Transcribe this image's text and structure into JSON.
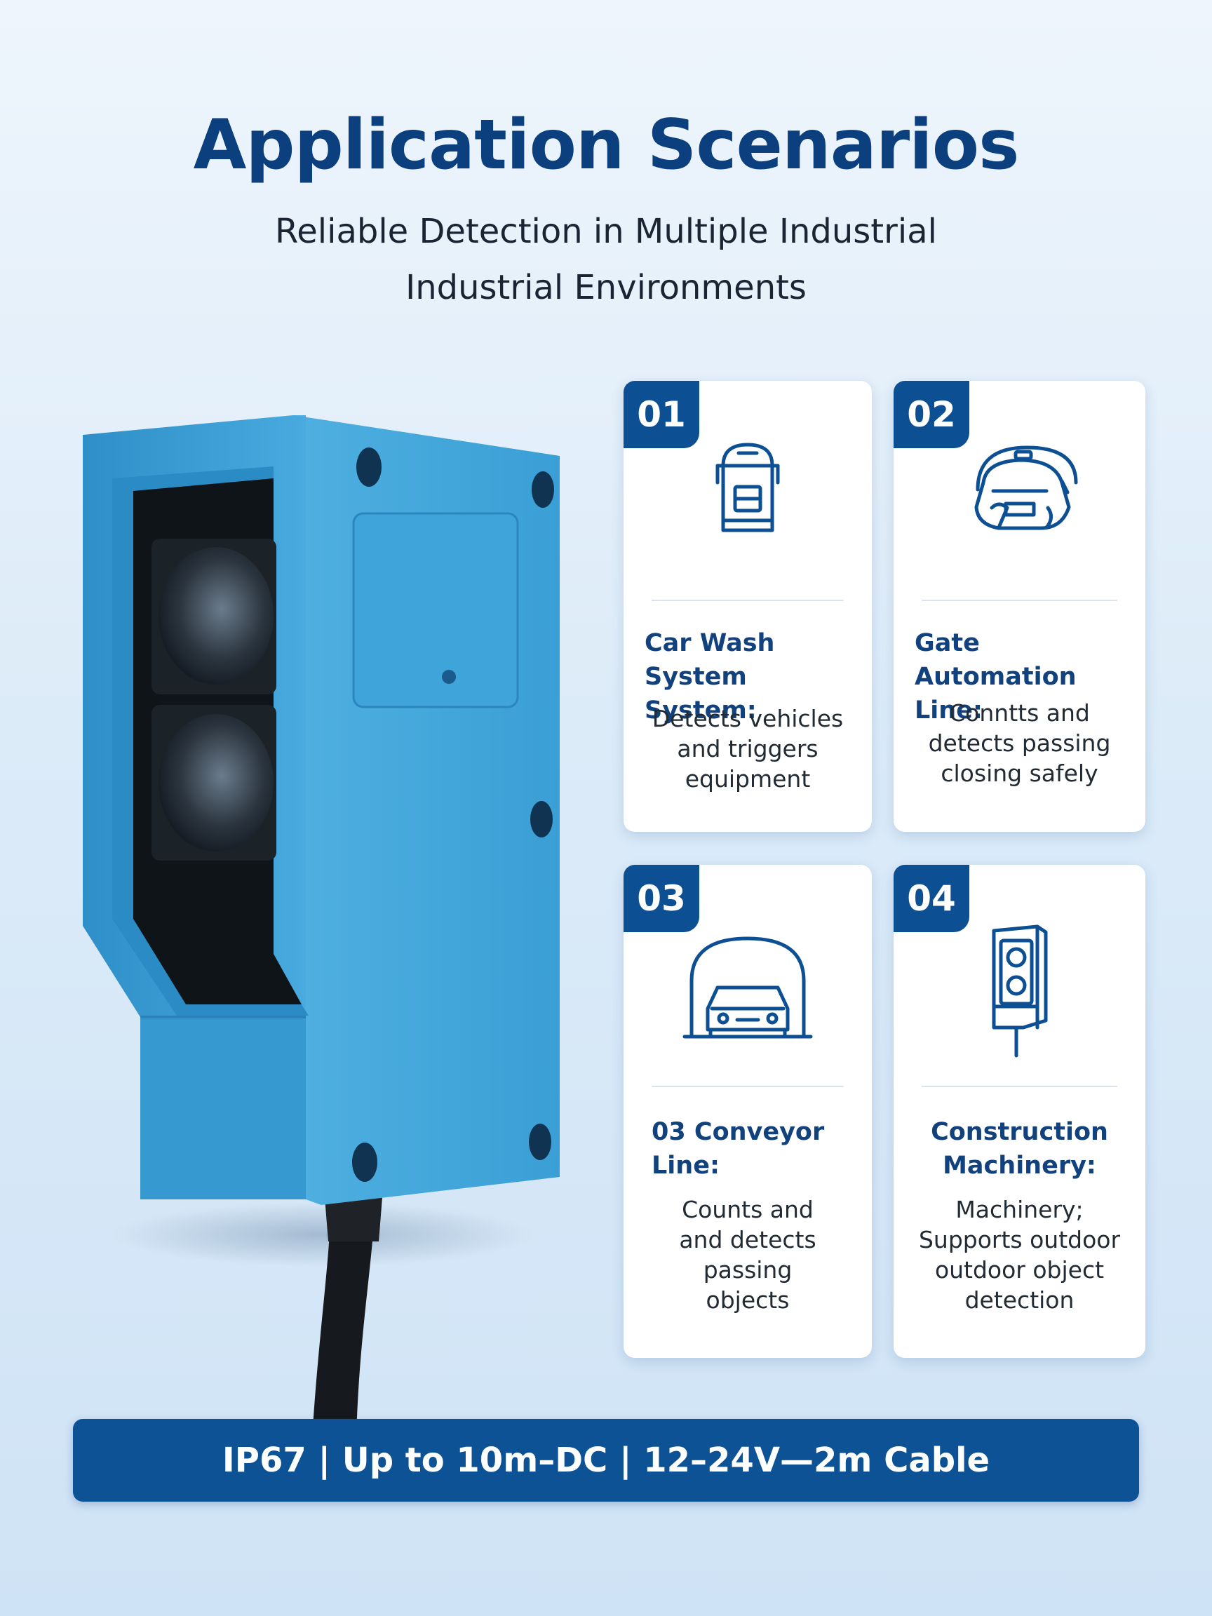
{
  "header": {
    "title": "Application Scenarios",
    "subtitle_lines": [
      "Reliable Detection in Multiple Industrial",
      "Industrial Environments"
    ]
  },
  "cards": [
    {
      "number": "01",
      "icon": "car-wash-icon",
      "title_lines": [
        "Car Wash System",
        "System:"
      ],
      "desc_lines": [
        "Detects vehicles",
        "and triggers",
        "equipment"
      ]
    },
    {
      "number": "02",
      "icon": "gate-automation-icon",
      "title_lines": [
        "Gate Automation",
        "Line:"
      ],
      "desc_lines": [
        "Conntts and",
        "detects passing",
        "closing safely"
      ]
    },
    {
      "number": "03",
      "icon": "conveyor-car-icon",
      "title_lines": [
        "03 Conveyor",
        "Line:"
      ],
      "desc_lines": [
        "Counts and",
        "and detects",
        "passing",
        "objects"
      ]
    },
    {
      "number": "04",
      "icon": "sensor-unit-icon",
      "title_lines": [
        "Construction",
        "Machinery:"
      ],
      "desc_lines": [
        "Machinery;",
        "Supports outdoor",
        "outdoor object",
        "detection"
      ]
    }
  ],
  "spec_bar": {
    "text": "IP67 | Up to 10m–DC | 12–24V—2m Cable"
  },
  "colors": {
    "brand_navy": "#0b3f7d",
    "badge_blue": "#0d4f93",
    "sensor_blue": "#3ea2d6",
    "background": "#dcebf8"
  }
}
